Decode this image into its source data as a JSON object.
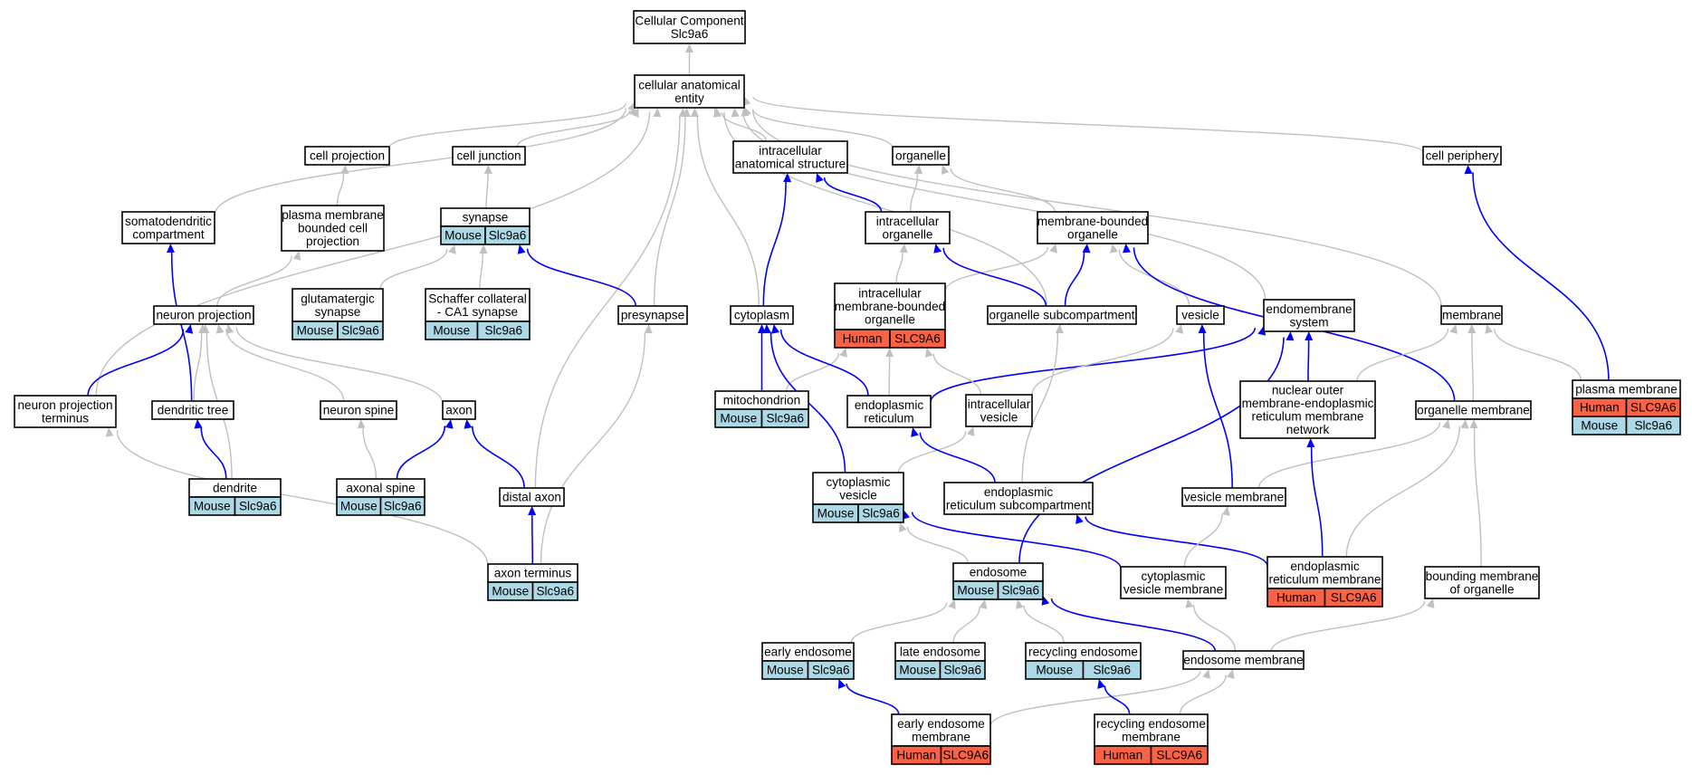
{
  "title": [
    "Cellular Component",
    "Slc9a6"
  ],
  "colors": {
    "mouse": "#add8e6",
    "human": "#fa6246",
    "blue_edge": "#0000ff",
    "gray_edge": "#c0c0c0"
  },
  "nodes": [
    {
      "id": "cc_title",
      "lines": [
        "Cellular Component",
        "Slc9a6"
      ]
    },
    {
      "id": "cae",
      "lines": [
        "cellular anatomical",
        "entity"
      ]
    },
    {
      "id": "cell_projection",
      "lines": [
        "cell projection"
      ]
    },
    {
      "id": "cell_junction",
      "lines": [
        "cell junction"
      ]
    },
    {
      "id": "intra_anat",
      "lines": [
        "intracellular",
        "anatomical structure"
      ]
    },
    {
      "id": "organelle",
      "lines": [
        "organelle"
      ]
    },
    {
      "id": "cell_periphery",
      "lines": [
        "cell periphery"
      ]
    },
    {
      "id": "somatodendritic",
      "lines": [
        "somatodendritic",
        "compartment"
      ]
    },
    {
      "id": "pm_bounded_proj",
      "lines": [
        "plasma membrane",
        "bounded cell",
        "projection"
      ]
    },
    {
      "id": "synapse",
      "lines": [
        "synapse"
      ],
      "badges": [
        {
          "species": "Mouse",
          "gene": "Slc9a6"
        }
      ]
    },
    {
      "id": "intra_org",
      "lines": [
        "intracellular",
        "organelle"
      ]
    },
    {
      "id": "mem_bounded_org",
      "lines": [
        "membrane-bounded",
        "organelle"
      ]
    },
    {
      "id": "neuron_projection",
      "lines": [
        "neuron projection"
      ]
    },
    {
      "id": "glutamatergic",
      "lines": [
        "glutamatergic",
        "synapse"
      ],
      "badges": [
        {
          "species": "Mouse",
          "gene": "Slc9a6"
        }
      ]
    },
    {
      "id": "schaffer",
      "lines": [
        "Schaffer collateral",
        "- CA1 synapse"
      ],
      "badges": [
        {
          "species": "Mouse",
          "gene": "Slc9a6"
        }
      ]
    },
    {
      "id": "presynapse",
      "lines": [
        "presynapse"
      ]
    },
    {
      "id": "cytoplasm",
      "lines": [
        "cytoplasm"
      ]
    },
    {
      "id": "intra_mem_org",
      "lines": [
        "intracellular",
        "membrane-bounded",
        "organelle"
      ],
      "badges": [
        {
          "species": "Human",
          "gene": "SLC9A6"
        }
      ]
    },
    {
      "id": "org_subcomp",
      "lines": [
        "organelle subcompartment"
      ]
    },
    {
      "id": "vesicle",
      "lines": [
        "vesicle"
      ]
    },
    {
      "id": "endomembrane",
      "lines": [
        "endomembrane",
        "system"
      ]
    },
    {
      "id": "membrane",
      "lines": [
        "membrane"
      ]
    },
    {
      "id": "plasma_membrane",
      "lines": [
        "plasma membrane"
      ],
      "badges": [
        {
          "species": "Human",
          "gene": "SLC9A6"
        },
        {
          "species": "Mouse",
          "gene": "Slc9a6"
        }
      ]
    },
    {
      "id": "npt",
      "lines": [
        "neuron projection",
        "terminus"
      ]
    },
    {
      "id": "dendritic_tree",
      "lines": [
        "dendritic tree"
      ]
    },
    {
      "id": "neuron_spine",
      "lines": [
        "neuron spine"
      ]
    },
    {
      "id": "axon",
      "lines": [
        "axon"
      ]
    },
    {
      "id": "mitochondrion",
      "lines": [
        "mitochondrion"
      ],
      "badges": [
        {
          "species": "Mouse",
          "gene": "Slc9a6"
        }
      ]
    },
    {
      "id": "er",
      "lines": [
        "endoplasmic",
        "reticulum"
      ]
    },
    {
      "id": "intra_vesicle",
      "lines": [
        "intracellular",
        "vesicle"
      ]
    },
    {
      "id": "nuclear_outer",
      "lines": [
        "nuclear outer",
        "membrane-endoplasmic",
        "reticulum membrane",
        "network"
      ]
    },
    {
      "id": "organelle_membrane",
      "lines": [
        "organelle membrane"
      ]
    },
    {
      "id": "dendrite",
      "lines": [
        "dendrite"
      ],
      "badges": [
        {
          "species": "Mouse",
          "gene": "Slc9a6"
        }
      ]
    },
    {
      "id": "axonal_spine",
      "lines": [
        "axonal spine"
      ],
      "badges": [
        {
          "species": "Mouse",
          "gene": "Slc9a6"
        }
      ]
    },
    {
      "id": "distal_axon",
      "lines": [
        "distal axon"
      ]
    },
    {
      "id": "cyto_vesicle",
      "lines": [
        "cytoplasmic",
        "vesicle"
      ],
      "badges": [
        {
          "species": "Mouse",
          "gene": "Slc9a6"
        }
      ]
    },
    {
      "id": "er_subcomp",
      "lines": [
        "endoplasmic",
        "reticulum subcompartment"
      ]
    },
    {
      "id": "vesicle_membrane",
      "lines": [
        "vesicle membrane"
      ]
    },
    {
      "id": "axon_terminus",
      "lines": [
        "axon terminus"
      ],
      "badges": [
        {
          "species": "Mouse",
          "gene": "Slc9a6"
        }
      ]
    },
    {
      "id": "endosome",
      "lines": [
        "endosome"
      ],
      "badges": [
        {
          "species": "Mouse",
          "gene": "Slc9a6"
        }
      ]
    },
    {
      "id": "cyto_ves_membrane",
      "lines": [
        "cytoplasmic",
        "vesicle membrane"
      ]
    },
    {
      "id": "er_membrane",
      "lines": [
        "endoplasmic",
        "reticulum membrane"
      ],
      "badges": [
        {
          "species": "Human",
          "gene": "SLC9A6"
        }
      ]
    },
    {
      "id": "bounding_membrane",
      "lines": [
        "bounding membrane",
        "of organelle"
      ]
    },
    {
      "id": "early_endosome",
      "lines": [
        "early endosome"
      ],
      "badges": [
        {
          "species": "Mouse",
          "gene": "Slc9a6"
        }
      ]
    },
    {
      "id": "late_endosome",
      "lines": [
        "late endosome"
      ],
      "badges": [
        {
          "species": "Mouse",
          "gene": "Slc9a6"
        }
      ]
    },
    {
      "id": "recycling_endosome",
      "lines": [
        "recycling endosome"
      ],
      "badges": [
        {
          "species": "Mouse",
          "gene": "Slc9a6"
        }
      ]
    },
    {
      "id": "endosome_membrane",
      "lines": [
        "endosome membrane"
      ]
    },
    {
      "id": "early_endo_membrane",
      "lines": [
        "early endosome",
        "membrane"
      ],
      "badges": [
        {
          "species": "Human",
          "gene": "SLC9A6"
        }
      ]
    },
    {
      "id": "recycling_endo_membrane",
      "lines": [
        "recycling endosome",
        "membrane"
      ],
      "badges": [
        {
          "species": "Human",
          "gene": "SLC9A6"
        }
      ]
    }
  ],
  "edges": [
    {
      "from": "cae",
      "to": "cc_title",
      "color": "gray"
    },
    {
      "from": "cell_projection",
      "to": "cae",
      "color": "gray"
    },
    {
      "from": "cell_junction",
      "to": "cae",
      "color": "gray"
    },
    {
      "from": "intra_anat",
      "to": "cae",
      "color": "gray"
    },
    {
      "from": "organelle",
      "to": "cae",
      "color": "gray"
    },
    {
      "from": "cell_periphery",
      "to": "cae",
      "color": "gray"
    },
    {
      "from": "somatodendritic",
      "to": "cae",
      "color": "gray"
    },
    {
      "from": "npt",
      "to": "cae",
      "color": "gray"
    },
    {
      "from": "distal_axon",
      "to": "cae",
      "color": "gray"
    },
    {
      "from": "presynapse",
      "to": "cae",
      "color": "gray"
    },
    {
      "from": "cytoplasm",
      "to": "cae",
      "color": "gray"
    },
    {
      "from": "org_subcomp",
      "to": "cae",
      "color": "gray"
    },
    {
      "from": "membrane",
      "to": "cae",
      "color": "gray"
    },
    {
      "from": "pm_bounded_proj",
      "to": "cell_projection",
      "color": "gray"
    },
    {
      "from": "synapse",
      "to": "cell_junction",
      "color": "gray"
    },
    {
      "from": "intra_org",
      "to": "organelle",
      "color": "gray"
    },
    {
      "from": "mem_bounded_org",
      "to": "organelle",
      "color": "gray"
    },
    {
      "from": "neuron_projection",
      "to": "pm_bounded_proj",
      "color": "gray"
    },
    {
      "from": "glutamatergic",
      "to": "synapse",
      "color": "gray"
    },
    {
      "from": "schaffer",
      "to": "synapse",
      "color": "gray"
    },
    {
      "from": "presynapse",
      "to": "synapse",
      "color": "blue"
    },
    {
      "from": "cytoplasm",
      "to": "intra_anat",
      "color": "blue"
    },
    {
      "from": "intra_org",
      "to": "intra_anat",
      "color": "blue"
    },
    {
      "from": "intra_mem_org",
      "to": "intra_org",
      "color": "gray"
    },
    {
      "from": "intra_mem_org",
      "to": "mem_bounded_org",
      "color": "gray"
    },
    {
      "from": "org_subcomp",
      "to": "intra_org",
      "color": "blue"
    },
    {
      "from": "org_subcomp",
      "to": "mem_bounded_org",
      "color": "blue"
    },
    {
      "from": "vesicle",
      "to": "mem_bounded_org",
      "color": "gray"
    },
    {
      "from": "organelle_membrane",
      "to": "mem_bounded_org",
      "color": "blue"
    },
    {
      "from": "plasma_membrane",
      "to": "cell_periphery",
      "color": "blue"
    },
    {
      "from": "plasma_membrane",
      "to": "membrane",
      "color": "gray"
    },
    {
      "from": "npt",
      "to": "neuron_projection",
      "color": "blue"
    },
    {
      "from": "dendritic_tree",
      "to": "neuron_projection",
      "color": "gray"
    },
    {
      "from": "dendritic_tree",
      "to": "somatodendritic",
      "color": "blue"
    },
    {
      "from": "neuron_spine",
      "to": "neuron_projection",
      "color": "gray"
    },
    {
      "from": "axon",
      "to": "neuron_projection",
      "color": "gray"
    },
    {
      "from": "dendrite",
      "to": "neuron_projection",
      "color": "gray"
    },
    {
      "from": "dendrite",
      "to": "dendritic_tree",
      "color": "blue"
    },
    {
      "from": "axonal_spine",
      "to": "neuron_spine",
      "color": "gray"
    },
    {
      "from": "axonal_spine",
      "to": "axon",
      "color": "blue"
    },
    {
      "from": "distal_axon",
      "to": "axon",
      "color": "blue"
    },
    {
      "from": "axon_terminus",
      "to": "distal_axon",
      "color": "blue"
    },
    {
      "from": "axon_terminus",
      "to": "npt",
      "color": "gray"
    },
    {
      "from": "axon_terminus",
      "to": "presynapse",
      "color": "gray"
    },
    {
      "from": "mitochondrion",
      "to": "cytoplasm",
      "color": "blue"
    },
    {
      "from": "mitochondrion",
      "to": "intra_mem_org",
      "color": "gray"
    },
    {
      "from": "er",
      "to": "cytoplasm",
      "color": "blue"
    },
    {
      "from": "er",
      "to": "intra_mem_org",
      "color": "gray"
    },
    {
      "from": "er",
      "to": "endomembrane",
      "color": "blue"
    },
    {
      "from": "intra_vesicle",
      "to": "vesicle",
      "color": "gray"
    },
    {
      "from": "intra_vesicle",
      "to": "intra_mem_org",
      "color": "gray"
    },
    {
      "from": "nuclear_outer",
      "to": "endomembrane",
      "color": "blue"
    },
    {
      "from": "nuclear_outer",
      "to": "membrane",
      "color": "gray"
    },
    {
      "from": "organelle_membrane",
      "to": "membrane",
      "color": "gray"
    },
    {
      "from": "endomembrane",
      "to": "cae",
      "color": "gray"
    },
    {
      "from": "cyto_vesicle",
      "to": "cytoplasm",
      "color": "blue"
    },
    {
      "from": "cyto_vesicle",
      "to": "intra_vesicle",
      "color": "gray"
    },
    {
      "from": "er_subcomp",
      "to": "er",
      "color": "blue"
    },
    {
      "from": "er_subcomp",
      "to": "org_subcomp",
      "color": "gray"
    },
    {
      "from": "vesicle_membrane",
      "to": "vesicle",
      "color": "blue"
    },
    {
      "from": "vesicle_membrane",
      "to": "organelle_membrane",
      "color": "gray"
    },
    {
      "from": "er_membrane",
      "to": "er_subcomp",
      "color": "blue"
    },
    {
      "from": "er_membrane",
      "to": "nuclear_outer",
      "color": "blue"
    },
    {
      "from": "er_membrane",
      "to": "organelle_membrane",
      "color": "gray"
    },
    {
      "from": "endosome",
      "to": "cyto_vesicle",
      "color": "gray"
    },
    {
      "from": "endosome",
      "to": "endomembrane",
      "color": "blue"
    },
    {
      "from": "cyto_ves_membrane",
      "to": "cyto_vesicle",
      "color": "blue"
    },
    {
      "from": "cyto_ves_membrane",
      "to": "vesicle_membrane",
      "color": "gray"
    },
    {
      "from": "bounding_membrane",
      "to": "organelle_membrane",
      "color": "gray"
    },
    {
      "from": "early_endosome",
      "to": "endosome",
      "color": "gray"
    },
    {
      "from": "late_endosome",
      "to": "endosome",
      "color": "gray"
    },
    {
      "from": "recycling_endosome",
      "to": "endosome",
      "color": "gray"
    },
    {
      "from": "endosome_membrane",
      "to": "endosome",
      "color": "blue"
    },
    {
      "from": "endosome_membrane",
      "to": "cyto_ves_membrane",
      "color": "gray"
    },
    {
      "from": "endosome_membrane",
      "to": "bounding_membrane",
      "color": "gray"
    },
    {
      "from": "early_endo_membrane",
      "to": "early_endosome",
      "color": "blue"
    },
    {
      "from": "early_endo_membrane",
      "to": "endosome_membrane",
      "color": "gray"
    },
    {
      "from": "recycling_endo_membrane",
      "to": "recycling_endosome",
      "color": "blue"
    },
    {
      "from": "recycling_endo_membrane",
      "to": "endosome_membrane",
      "color": "gray"
    }
  ]
}
